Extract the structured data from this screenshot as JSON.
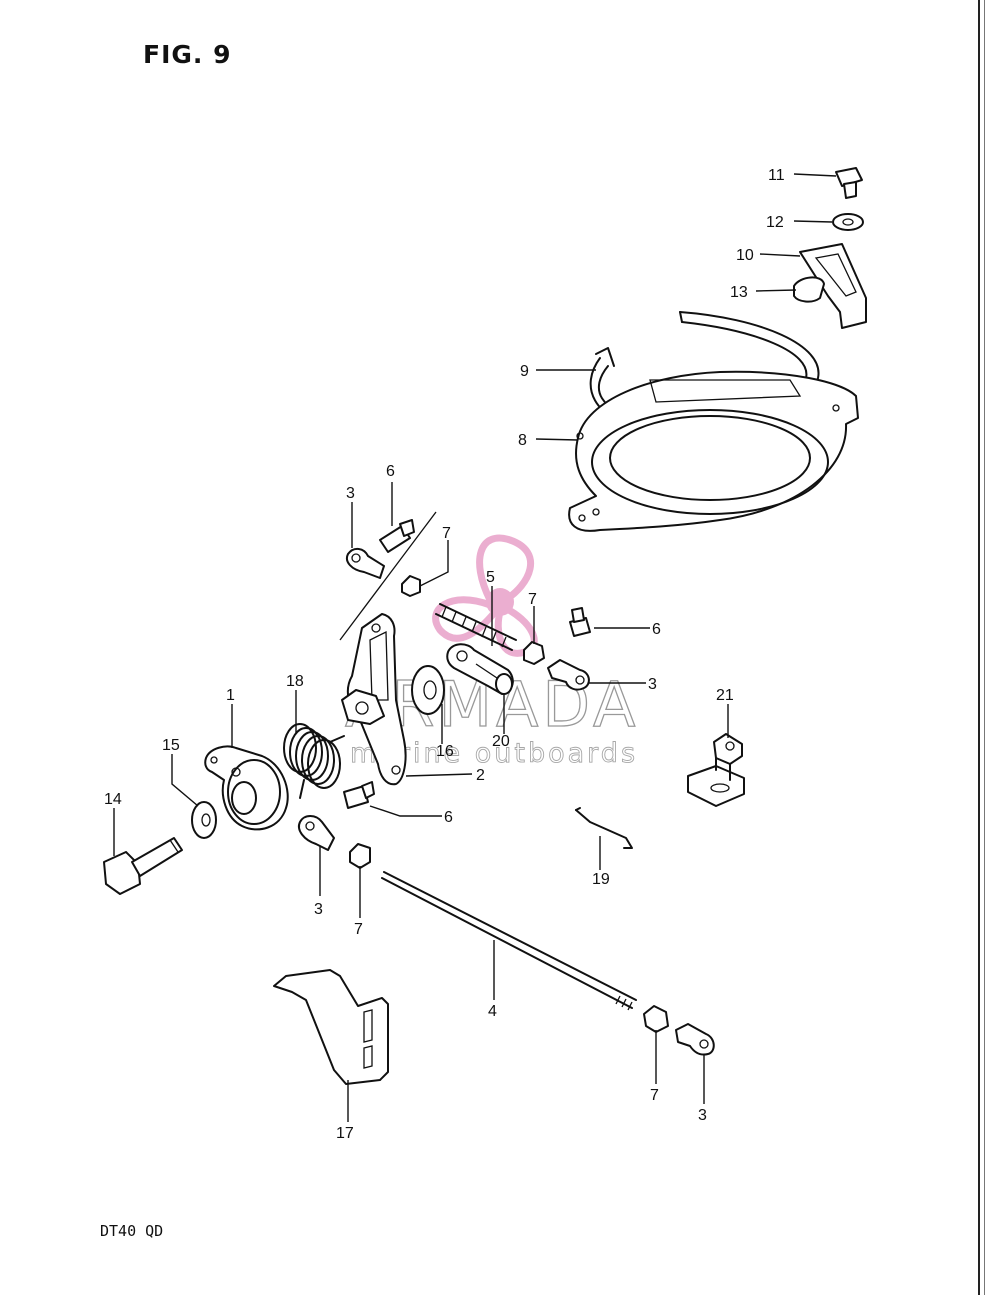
{
  "figure": {
    "title": "FIG. 9",
    "model_code": "DT40 QD"
  },
  "watermark": {
    "brand": "ARMADA",
    "tagline": "marine outboards",
    "accent_color": "#e8a0c8"
  },
  "callouts": [
    {
      "id": "c11",
      "label": "11"
    },
    {
      "id": "c12",
      "label": "12"
    },
    {
      "id": "c10",
      "label": "10"
    },
    {
      "id": "c13",
      "label": "13"
    },
    {
      "id": "c9",
      "label": "9"
    },
    {
      "id": "c8",
      "label": "8"
    },
    {
      "id": "c6a",
      "label": "6"
    },
    {
      "id": "c3a",
      "label": "3"
    },
    {
      "id": "c7a",
      "label": "7"
    },
    {
      "id": "c5",
      "label": "5"
    },
    {
      "id": "c7b",
      "label": "7"
    },
    {
      "id": "c6b",
      "label": "6"
    },
    {
      "id": "c3b",
      "label": "3"
    },
    {
      "id": "c21",
      "label": "21"
    },
    {
      "id": "c1",
      "label": "1"
    },
    {
      "id": "c18",
      "label": "18"
    },
    {
      "id": "c16",
      "label": "16"
    },
    {
      "id": "c20",
      "label": "20"
    },
    {
      "id": "c2",
      "label": "2"
    },
    {
      "id": "c15",
      "label": "15"
    },
    {
      "id": "c14",
      "label": "14"
    },
    {
      "id": "c6c",
      "label": "6"
    },
    {
      "id": "c19",
      "label": "19"
    },
    {
      "id": "c3c",
      "label": "3"
    },
    {
      "id": "c7c",
      "label": "7"
    },
    {
      "id": "c4",
      "label": "4"
    },
    {
      "id": "c17",
      "label": "17"
    },
    {
      "id": "c7d",
      "label": "7"
    },
    {
      "id": "c3d",
      "label": "3"
    }
  ]
}
